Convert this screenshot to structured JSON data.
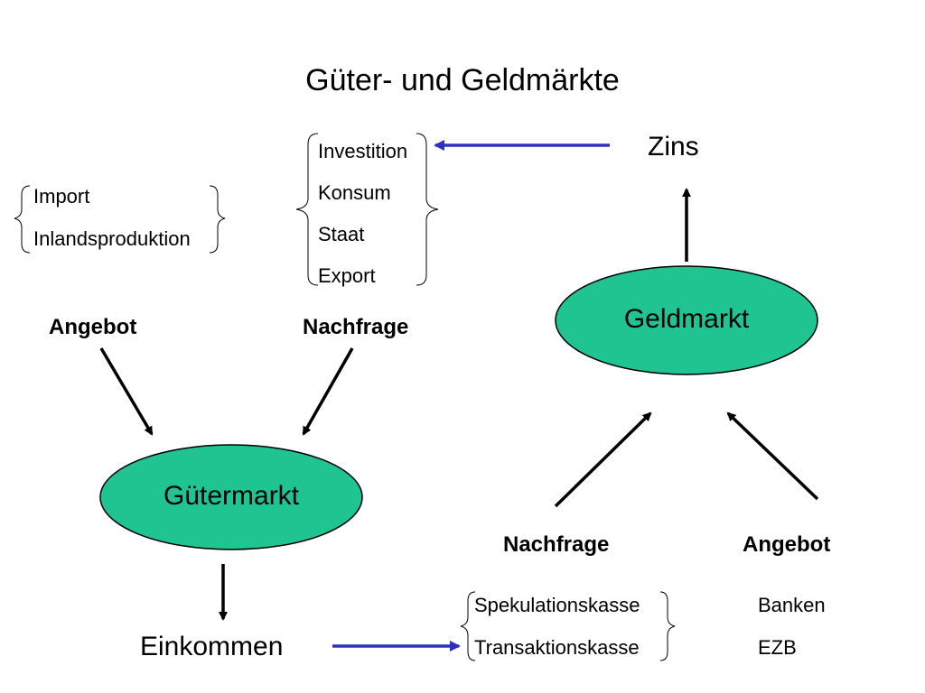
{
  "title": "Güter- und Geldmärkte",
  "goods_supply_items": [
    "Import",
    "Inlandsproduktion"
  ],
  "goods_demand_items": [
    "Investition",
    "Konsum",
    "Staat",
    "Export"
  ],
  "goods_supply_label": "Angebot",
  "goods_demand_label": "Nachfrage",
  "goods_market_label": "Gütermarkt",
  "income_label": "Einkommen",
  "interest_label": "Zins",
  "money_market_label": "Geldmarkt",
  "money_demand_label": "Nachfrage",
  "money_supply_label": "Angebot",
  "money_demand_items": [
    "Spekulationskasse",
    "Transaktionskasse"
  ],
  "money_supply_items": [
    "Banken",
    "EZB"
  ],
  "colors": {
    "ellipse_fill": "#1fc491",
    "blue_arrow": "#3030c0",
    "black_arrow": "#000000"
  }
}
